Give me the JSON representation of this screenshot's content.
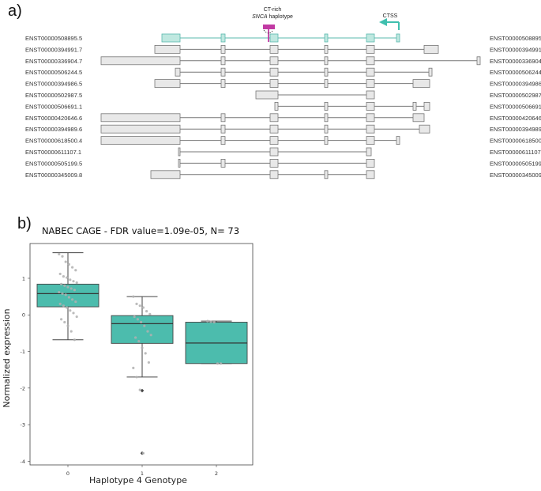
{
  "panel_a": {
    "label": "a)",
    "annotation_top": "CT-rich",
    "annotation_italic": "SNCA",
    "annotation_rest": " haplotype",
    "ctss_label": "CTSS",
    "colors": {
      "highlight_fill": "#bfe8e0",
      "highlight_line": "#5ab8ad",
      "normal_fill": "#e8e8e8",
      "normal_line": "#777777",
      "marker": "#c13aa3",
      "arrow": "#3fbfae"
    },
    "transcripts": [
      {
        "id": "ENST00000508895.5",
        "highlight": true
      },
      {
        "id": "ENST00000394991.7",
        "highlight": false
      },
      {
        "id": "ENST00000336904.7",
        "highlight": false
      },
      {
        "id": "ENST00000506244.5",
        "highlight": false
      },
      {
        "id": "ENST00000394986.5",
        "highlight": false
      },
      {
        "id": "ENST00000502987.5",
        "highlight": false
      },
      {
        "id": "ENST00000506691.1",
        "highlight": false
      },
      {
        "id": "ENST00000420646.6",
        "highlight": false
      },
      {
        "id": "ENST00000394989.6",
        "highlight": false
      },
      {
        "id": "ENST00000618500.4",
        "highlight": false
      },
      {
        "id": "ENST00000611107.1",
        "highlight": false
      },
      {
        "id": "ENST00000505199.5",
        "highlight": false
      },
      {
        "id": "ENST00000345009.8",
        "highlight": false
      }
    ]
  },
  "panel_b": {
    "label": "b)"
  },
  "chart_data": {
    "type": "box",
    "title": "NABEC CAGE - FDR value=1.09e-05, N= 73",
    "xlabel": "Haplotype 4 Genotype",
    "ylabel": "Normalized expression",
    "categories": [
      "0",
      "1",
      "2"
    ],
    "ylim": [
      -4.1,
      1.95
    ],
    "yticks": [
      1,
      0,
      -1,
      -2,
      -3,
      -4
    ],
    "box_color": "#4cbcad",
    "boxes": [
      {
        "category": "0",
        "whisker_low": -0.68,
        "q1": 0.22,
        "median": 0.58,
        "q3": 0.84,
        "whisker_high": 1.7,
        "outliers": []
      },
      {
        "category": "1",
        "whisker_low": -1.7,
        "q1": -0.78,
        "median": -0.24,
        "q3": -0.02,
        "whisker_high": 0.5,
        "outliers": [
          -2.07,
          -3.78
        ]
      },
      {
        "category": "2",
        "whisker_low": -1.33,
        "q1": -1.33,
        "median": -0.77,
        "q3": -0.2,
        "whisker_high": -0.17,
        "outliers": []
      }
    ],
    "points": [
      {
        "category": "0",
        "values": [
          1.66,
          1.6,
          1.45,
          1.38,
          1.3,
          1.22,
          1.12,
          1.05,
          1.02,
          0.96,
          0.92,
          0.88,
          0.84,
          0.8,
          0.76,
          0.72,
          0.68,
          0.62,
          0.58,
          0.55,
          0.48,
          0.42,
          0.36,
          0.3,
          0.25,
          0.2,
          0.12,
          0.05,
          -0.05,
          -0.12,
          -0.2,
          -0.3,
          -0.45,
          -0.68
        ]
      },
      {
        "category": "1",
        "values": [
          0.5,
          0.3,
          0.25,
          0.2,
          0.1,
          0.02,
          -0.05,
          -0.12,
          -0.2,
          -0.3,
          -0.45,
          -0.55,
          -0.62,
          -0.72,
          -0.9,
          -1.05,
          -1.3,
          -1.45,
          -1.7,
          -2.05,
          -3.78
        ]
      },
      {
        "category": "2",
        "values": [
          -0.17,
          -0.19,
          -0.2,
          -1.33,
          -1.33
        ]
      }
    ]
  }
}
